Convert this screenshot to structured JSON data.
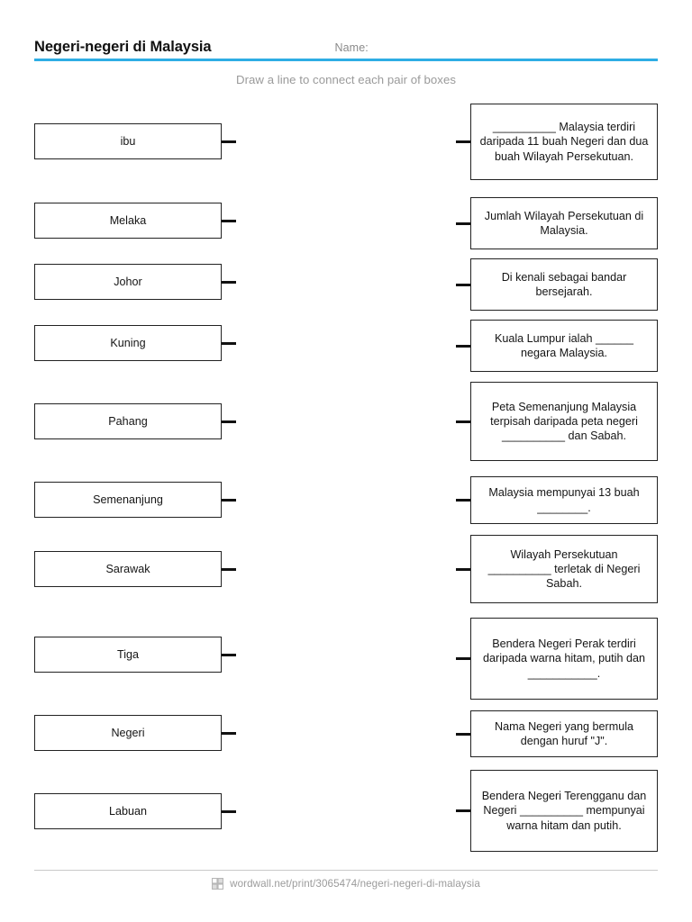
{
  "header": {
    "title": "Negeri-negeri di Malaysia",
    "name_label": "Name:",
    "accent_color": "#2eade4"
  },
  "instruction": "Draw a line to connect each pair of boxes",
  "activity": {
    "type": "match-up-draw-lines",
    "left_column": [
      {
        "label": "ibu"
      },
      {
        "label": "Melaka"
      },
      {
        "label": "Johor"
      },
      {
        "label": "Kuning"
      },
      {
        "label": "Pahang"
      },
      {
        "label": "Semenanjung"
      },
      {
        "label": "Sarawak"
      },
      {
        "label": "Tiga"
      },
      {
        "label": "Negeri"
      },
      {
        "label": "Labuan"
      }
    ],
    "right_column": [
      {
        "label": "__________ Malaysia terdiri daripada 11 buah Negeri dan dua buah Wilayah Persekutuan."
      },
      {
        "label": "Jumlah Wilayah Persekutuan di Malaysia."
      },
      {
        "label": "Di kenali sebagai bandar bersejarah."
      },
      {
        "label": "Kuala Lumpur ialah ______ negara Malaysia."
      },
      {
        "label": "Peta Semenanjung Malaysia terpisah daripada peta negeri __________ dan Sabah."
      },
      {
        "label": "Malaysia mempunyai 13 buah ________."
      },
      {
        "label": "Wilayah Persekutuan __________ terletak di Negeri Sabah."
      },
      {
        "label": "Bendera Negeri Perak terdiri daripada warna hitam, putih dan ___________."
      },
      {
        "label": "Nama Negeri yang bermula dengan huruf \"J\"."
      },
      {
        "label": "Bendera Negeri Terengganu dan Negeri __________ mempunyai warna hitam dan putih."
      }
    ]
  },
  "footer": {
    "logo_name": "wordwall-logo-icon",
    "url": "wordwall.net/print/3065474/negeri-negeri-di-malaysia"
  }
}
